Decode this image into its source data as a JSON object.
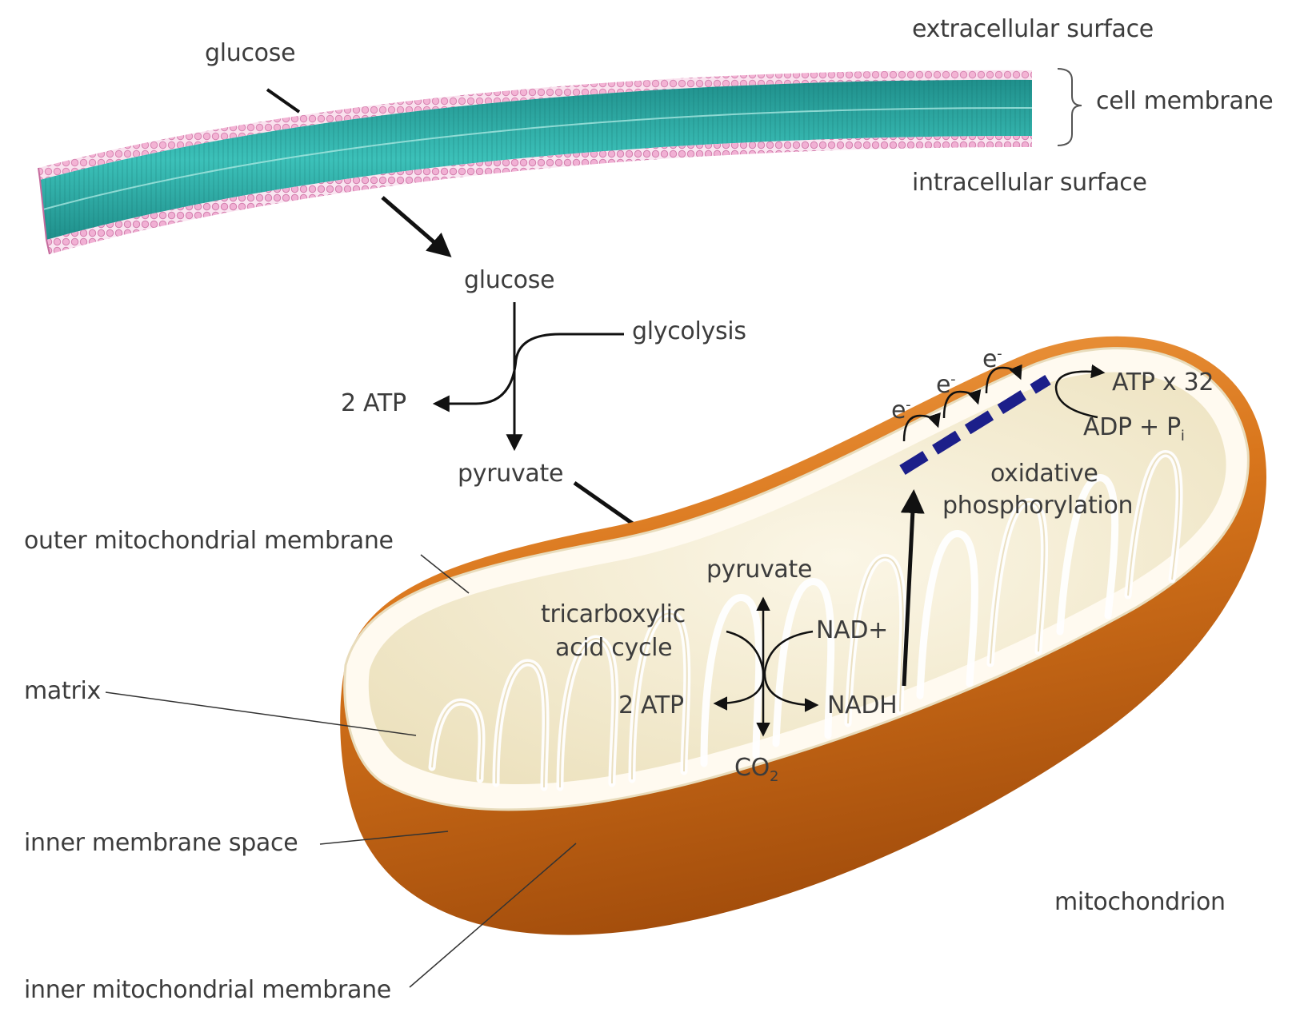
{
  "labels": {
    "glucose_top": "glucose",
    "extracellular": "extracellular surface",
    "cell_membrane": "cell membrane",
    "intracellular": "intracellular surface",
    "glucose": "glucose",
    "glycolysis": "glycolysis",
    "atp_glycolysis": "2 ATP",
    "pyruvate_cytosol": "pyruvate",
    "pyruvate_matrix": "pyruvate",
    "tca_line1": "tricarboxylic",
    "tca_line2": "acid cycle",
    "nad_plus": "NAD+",
    "nadh": "NADH",
    "atp_tca": "2 ATP",
    "co2_main": "CO",
    "co2_sub": "2",
    "electron": "e",
    "electron_sup": "-",
    "atp32": "ATP x 32",
    "adp_main": "ADP + P",
    "adp_sub": "i",
    "oxphos_line1": "oxidative",
    "oxphos_line2": "phosphorylation",
    "outer_membrane": "outer mitochondrial membrane",
    "matrix": "matrix",
    "inner_space": "inner membrane space",
    "inner_membrane": "inner mitochondrial membrane",
    "mitochondrion": "mitochondrion"
  },
  "colors": {
    "membrane_core": "#2aa6a0",
    "membrane_heads": "#e79ac4",
    "mito_outer": "#d9761c",
    "mito_inner": "#f5eed8",
    "etc_chain": "#1c1f8a",
    "text": "#3c3c3c"
  }
}
